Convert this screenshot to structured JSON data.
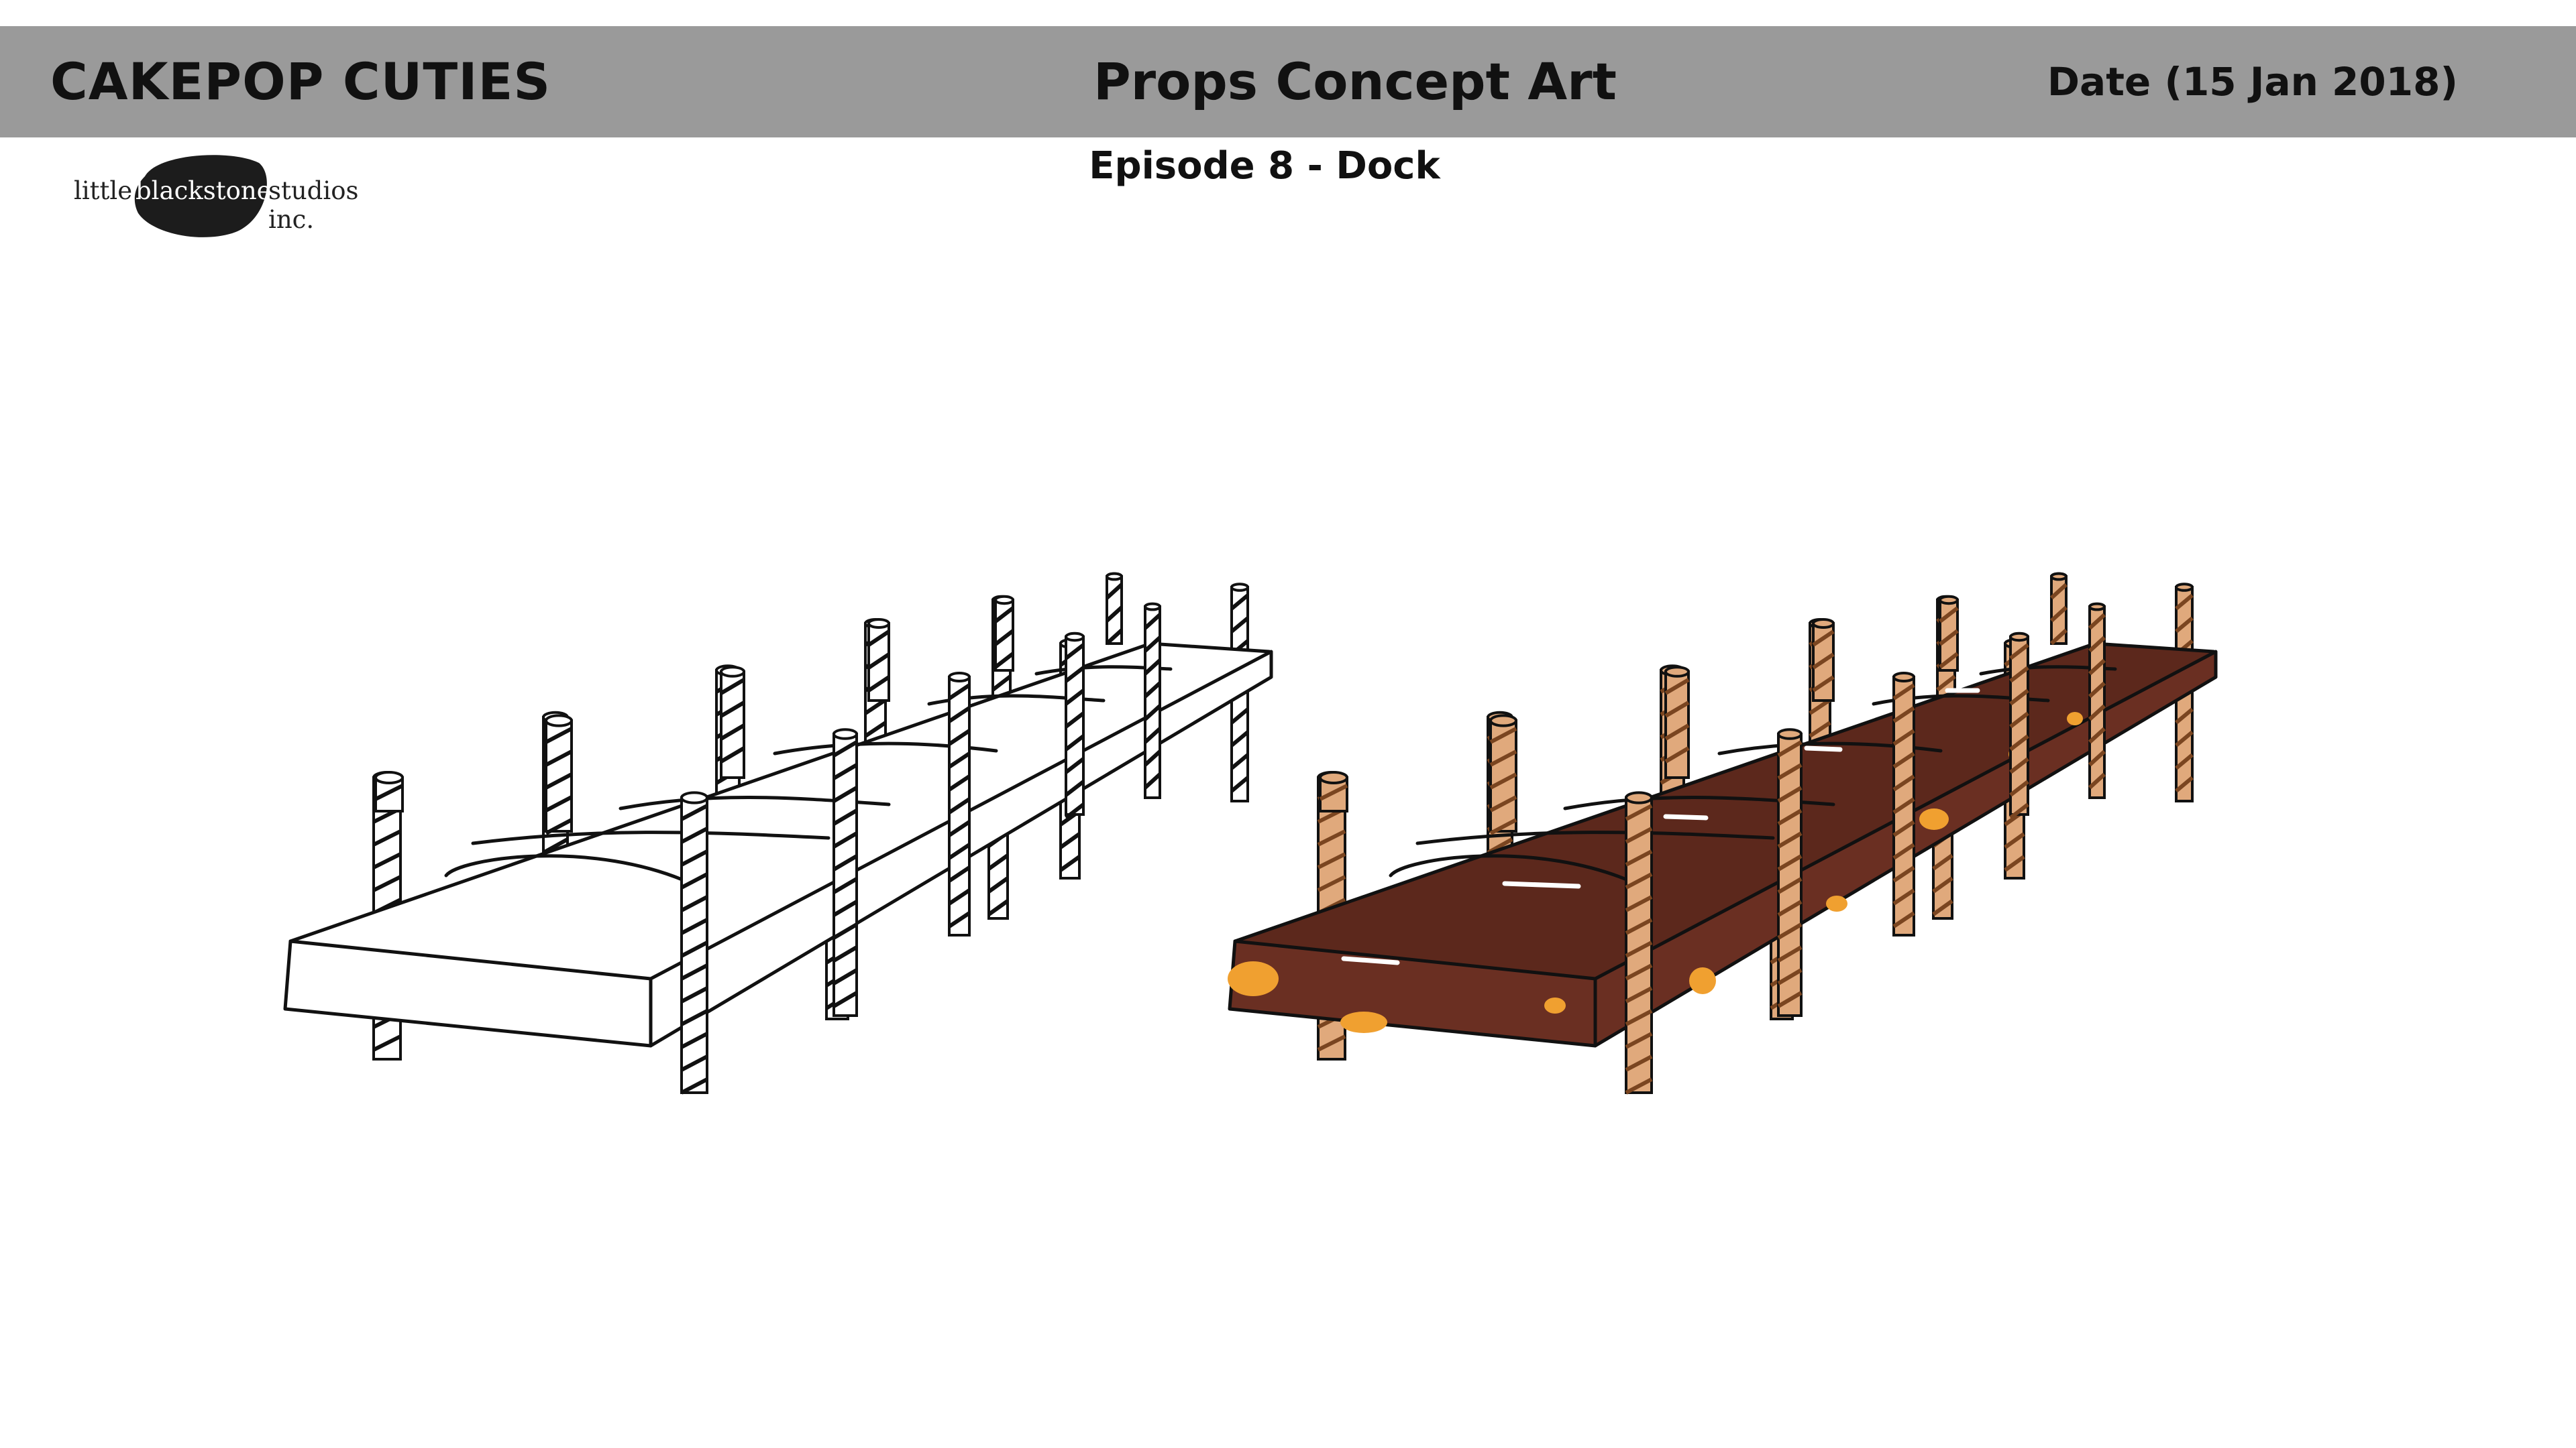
{
  "header": {
    "show_title": "CAKEPOP CUTIES",
    "document_title": "Props Concept Art",
    "date": "Date (15 Jan 2018)",
    "background_color": "#9a9a9a"
  },
  "subtitle": "Episode 8 - Dock",
  "logo": {
    "prefix": "little",
    "highlight": "blackstone",
    "suffix": "studios inc."
  },
  "illustrations": [
    {
      "name": "dock-lineart",
      "style": "uncolored line art"
    },
    {
      "name": "dock-colored",
      "style": "colored chocolate with wafer posts",
      "colors": {
        "chocolate": "#6a2f22",
        "chocolate_top": "#5c281c",
        "wafer": "#e0a97c",
        "stripe": "#7a4520",
        "sprinkle": "#f0a030"
      }
    }
  ]
}
